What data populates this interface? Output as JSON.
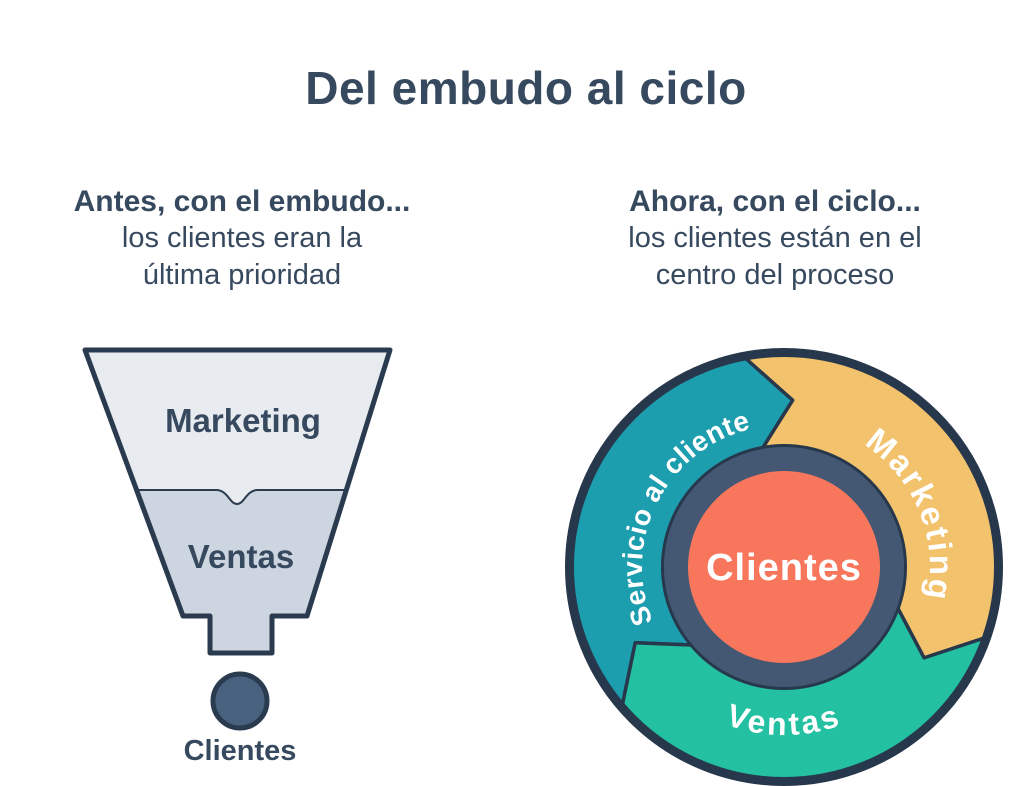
{
  "title": "Del embudo al ciclo",
  "funnel_panel": {
    "heading_line1": "Antes, con el embudo...",
    "heading_line2": "los clientes eran la",
    "heading_line3": "última prioridad",
    "stage1_label": "Marketing",
    "stage2_label": "Ventas",
    "customers_label": "Clientes"
  },
  "flywheel_panel": {
    "heading_line1": "Ahora, con el ciclo...",
    "heading_line2": "los clientes están en el",
    "heading_line3": "centro del proceso",
    "segments": [
      {
        "label": "Servicio al cliente",
        "color": "#1C9EAF"
      },
      {
        "label": "Marketing",
        "color": "#F3C26C"
      },
      {
        "label": "Ventas",
        "color": "#23C0A1"
      }
    ],
    "center_label": "Clientes",
    "center_color": "#F8775C"
  },
  "colors": {
    "background": "#FFFFFF",
    "text": "#36495E",
    "outline": "#2B3B4F",
    "funnel_top_fill": "#E8ECF1",
    "funnel_bottom_fill": "#CDD6E0",
    "customer_dot_fill": "#47617E",
    "ring_fill": "#455873",
    "wheel_border": "#28384C"
  }
}
